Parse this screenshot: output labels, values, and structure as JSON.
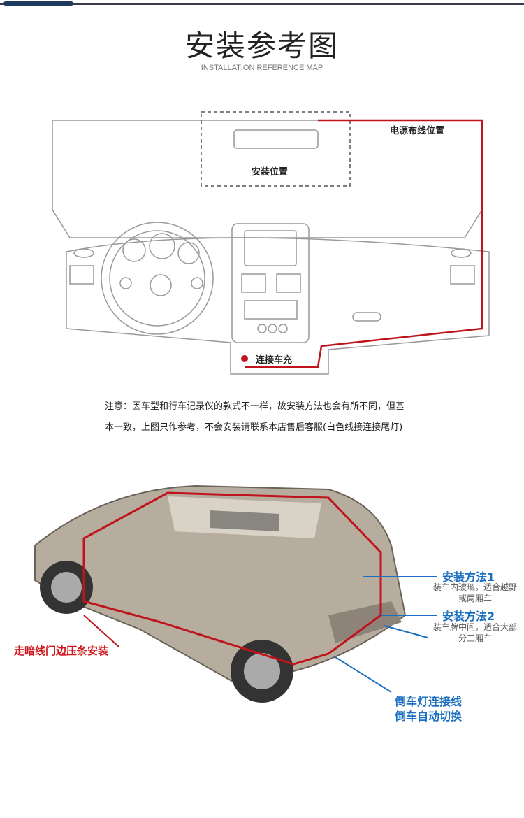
{
  "header": {
    "title": "安装参考图",
    "subtitle": "INSTALLATION REFERENCE MAP"
  },
  "dashboard": {
    "power_route_label": "电源布线位置",
    "install_position_label": "安装位置",
    "car_charger_label": "连接车充"
  },
  "note": {
    "line1": "注意：因车型和行车记录仪的款式不一样，故安装方法也会有所不同，但基",
    "line2": "本一致，上图只作参考，不会安装请联系本店售后客服(白色线接连接尾灯)"
  },
  "car": {
    "method1_title": "安装方法1",
    "method1_desc1": "装车内玻璃，适合越野",
    "method1_desc2": "或两厢车",
    "method2_title": "安装方法2",
    "method2_desc1": "装车牌中间，适合大部",
    "method2_desc2": "分三厢车",
    "door_label": "走暗线门边压条安装",
    "reverse_line1": "倒车灯连接线",
    "reverse_line2": "倒车自动切换"
  },
  "colors": {
    "accent": "#1f3a5f",
    "wire": "#c0141c",
    "blue": "#1c6fc0"
  }
}
